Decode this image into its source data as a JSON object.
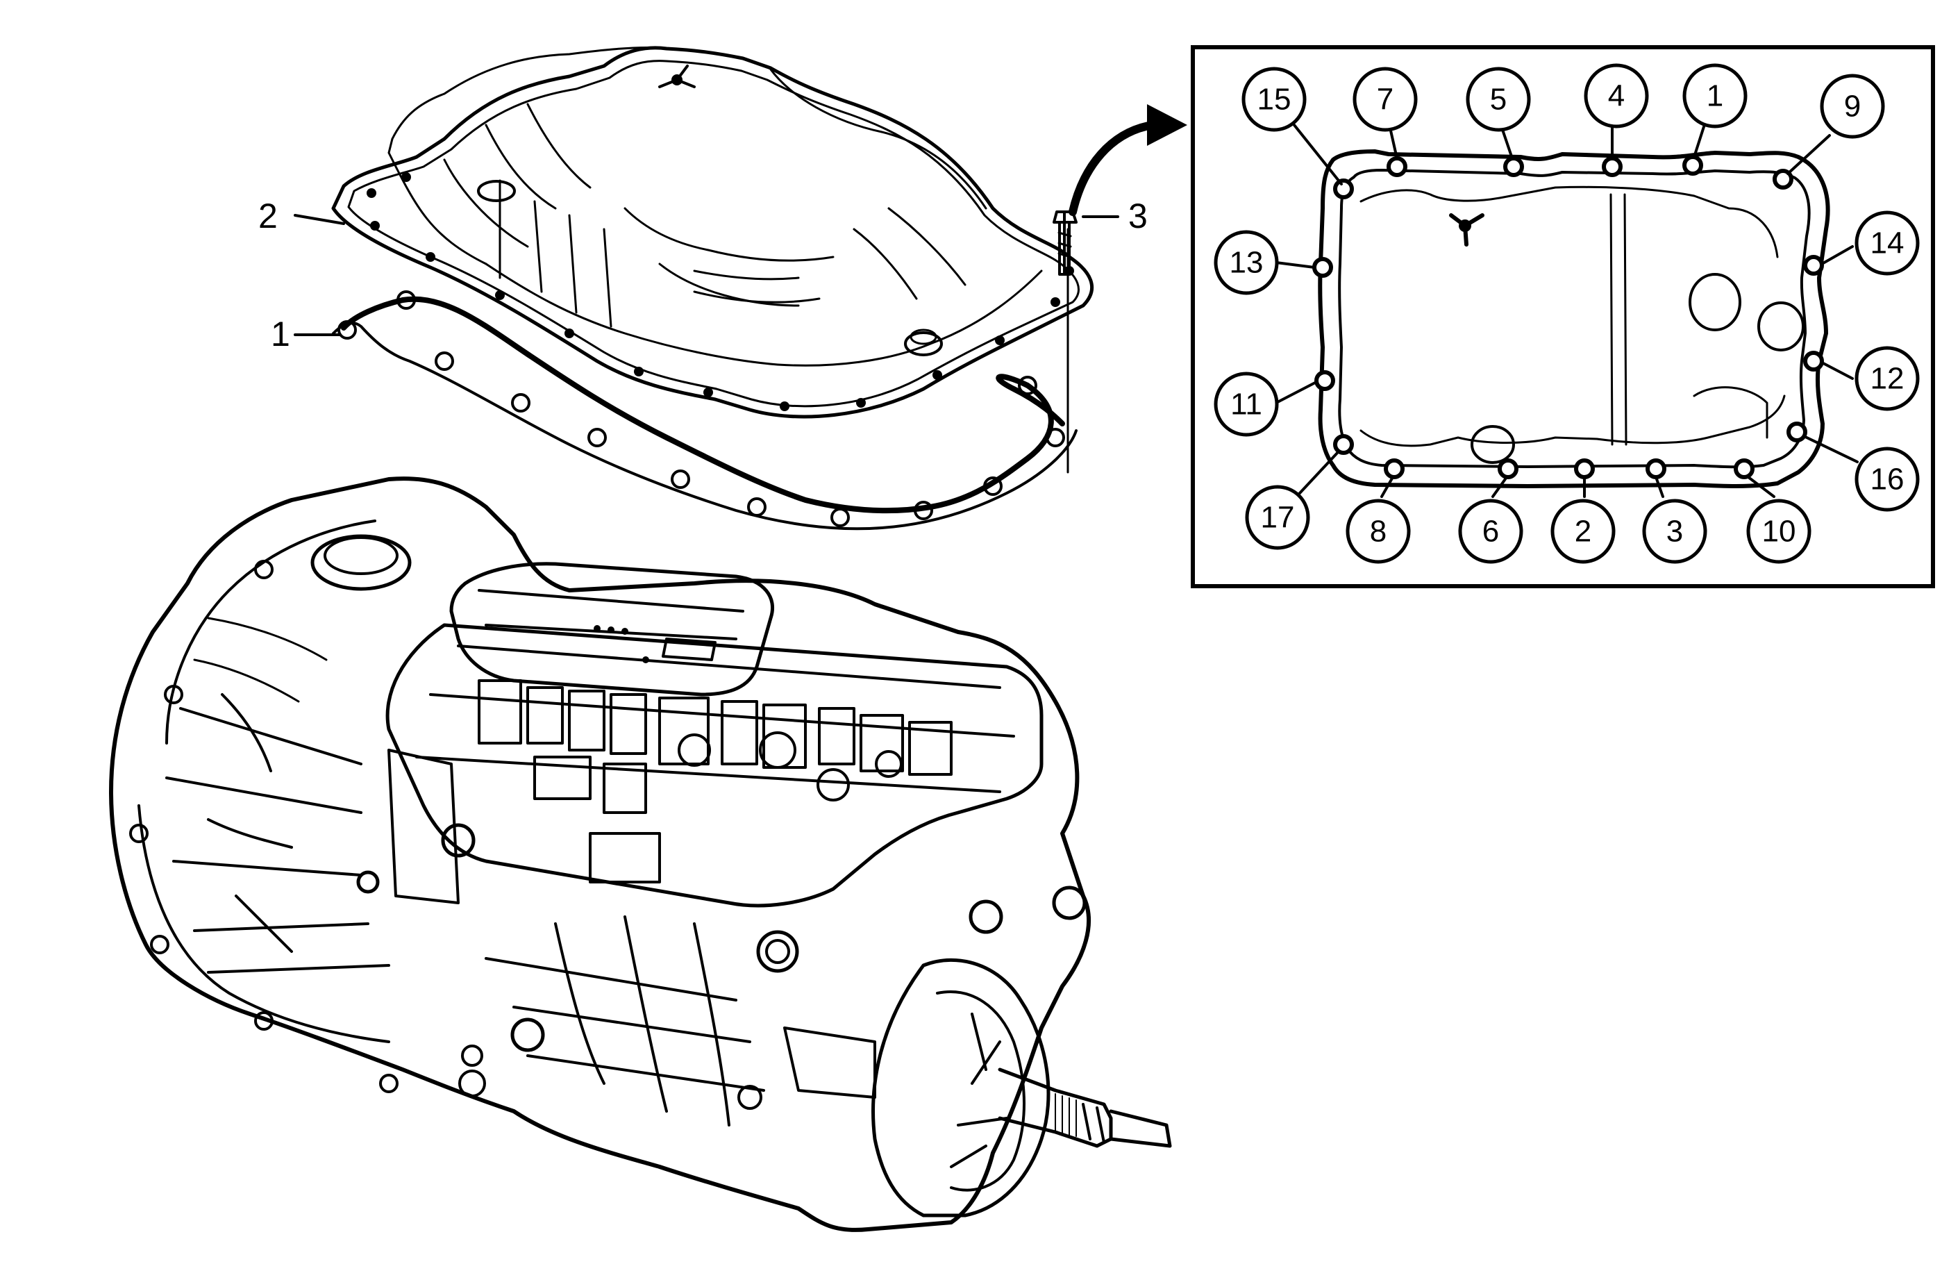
{
  "callouts": [
    {
      "id": "1",
      "label": "1"
    },
    {
      "id": "2",
      "label": "2"
    },
    {
      "id": "3",
      "label": "3"
    }
  ],
  "sequence": [
    {
      "n": "15"
    },
    {
      "n": "7"
    },
    {
      "n": "5"
    },
    {
      "n": "4"
    },
    {
      "n": "1"
    },
    {
      "n": "9"
    },
    {
      "n": "13"
    },
    {
      "n": "14"
    },
    {
      "n": "11"
    },
    {
      "n": "12"
    },
    {
      "n": "17"
    },
    {
      "n": "16"
    },
    {
      "n": "8"
    },
    {
      "n": "6"
    },
    {
      "n": "2"
    },
    {
      "n": "3"
    },
    {
      "n": "10"
    }
  ],
  "colors": {
    "line": "#000000",
    "background": "#ffffff"
  }
}
